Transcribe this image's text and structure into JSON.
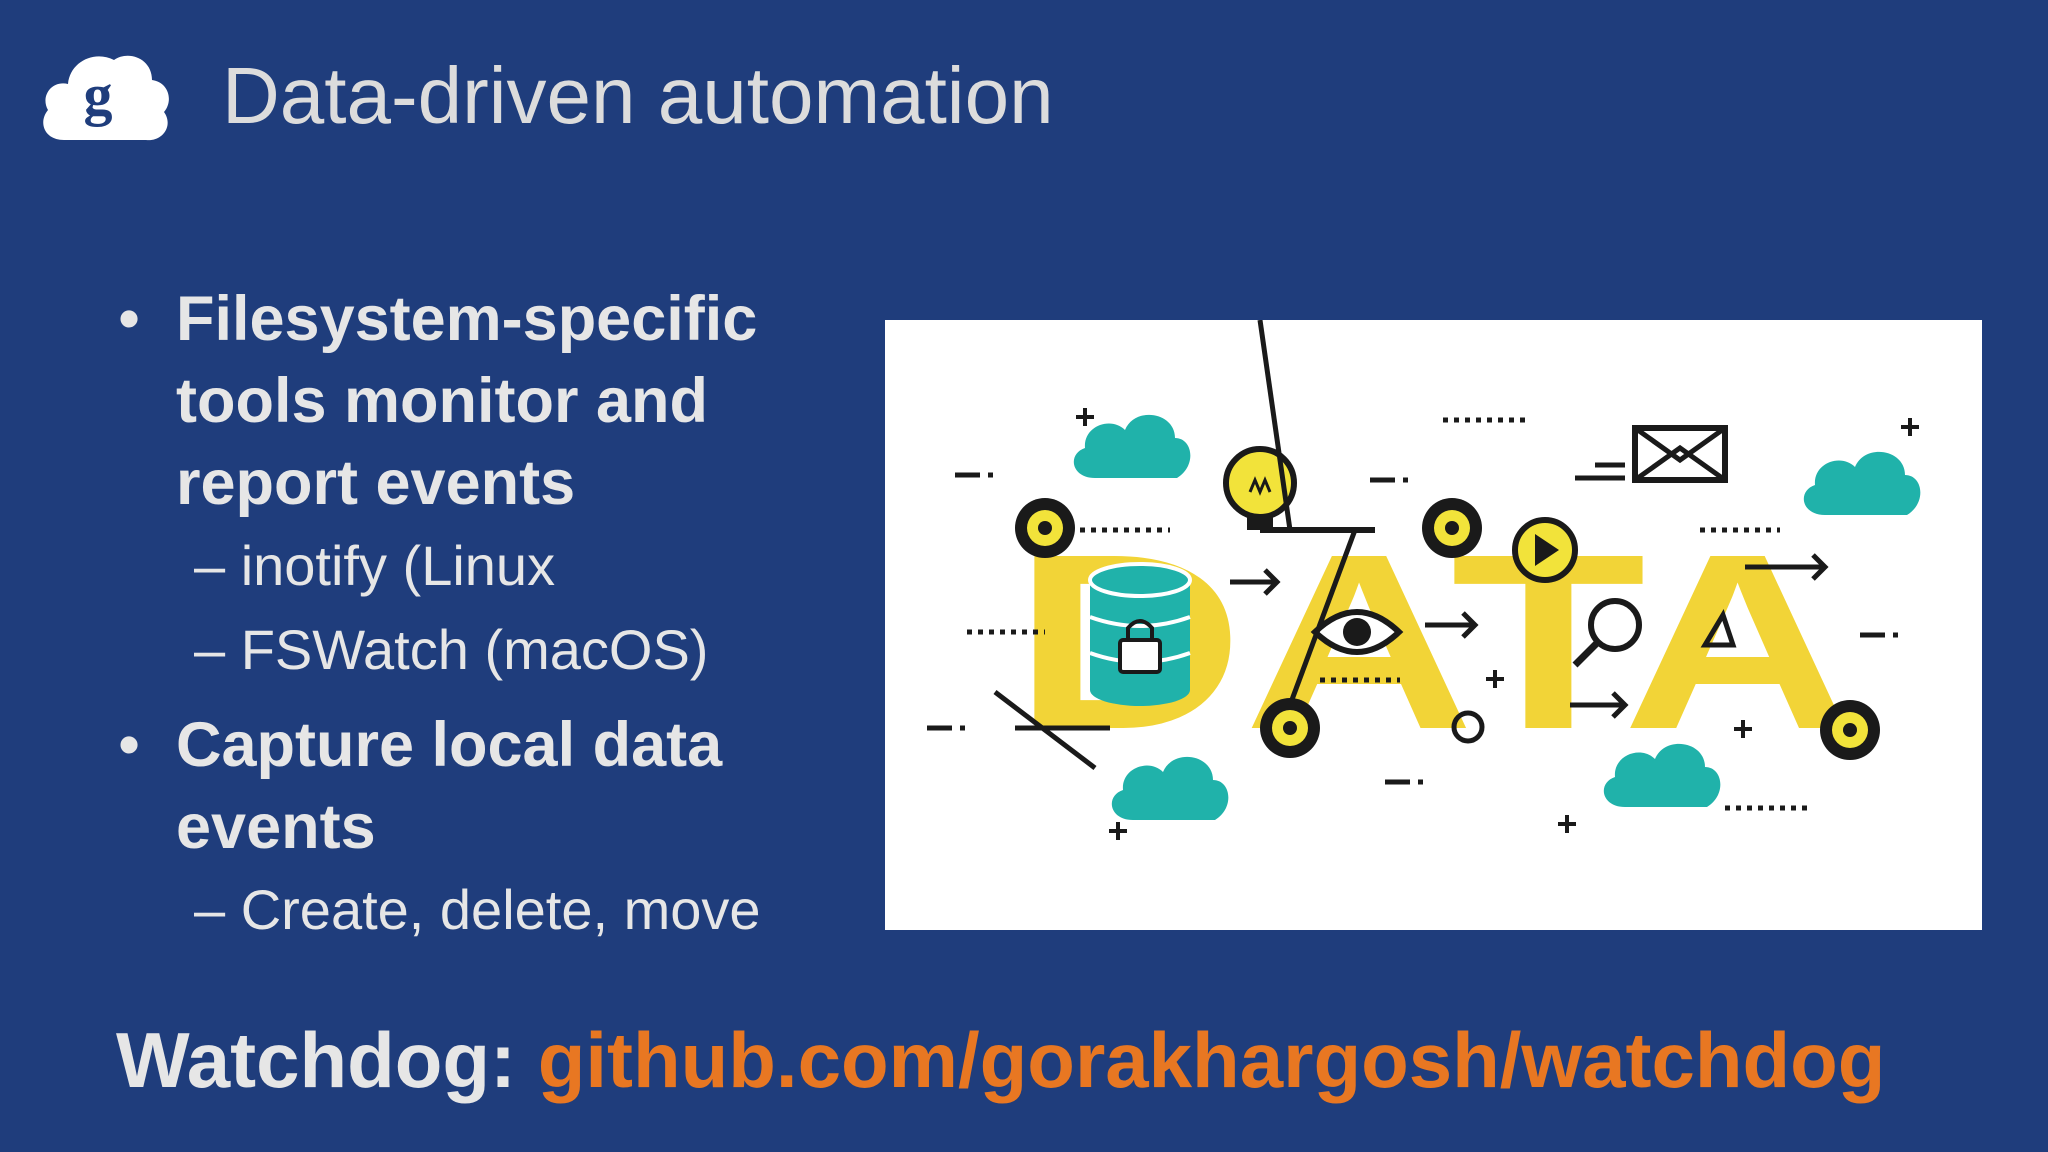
{
  "slide": {
    "title": "Data-driven automation",
    "bullets": [
      {
        "text": "Filesystem-specific tools monitor and report events",
        "subitems": [
          "– inotify (Linux",
          "– FSWatch (macOS)"
        ]
      },
      {
        "text": "Capture local data events",
        "subitems": [
          "– Create, delete, move"
        ]
      }
    ],
    "bullet_symbol": "•",
    "footer": {
      "label": "Watchdog:",
      "link": "github.com/gorakhargosh/watchdog"
    }
  },
  "illustration": {
    "word": "DATA",
    "icons": [
      "cloud-icon",
      "lightbulb-icon",
      "gear-icon",
      "envelope-icon",
      "play-icon",
      "database-lock-icon",
      "eye-icon",
      "magnifier-icon",
      "arrow-icon",
      "plus-icon"
    ]
  },
  "colors": {
    "background": "#1f3d7c",
    "text": "#e6e6e6",
    "link": "#e87722",
    "data_yellow": "#f2d437",
    "cloud_teal": "#20b2aa"
  }
}
